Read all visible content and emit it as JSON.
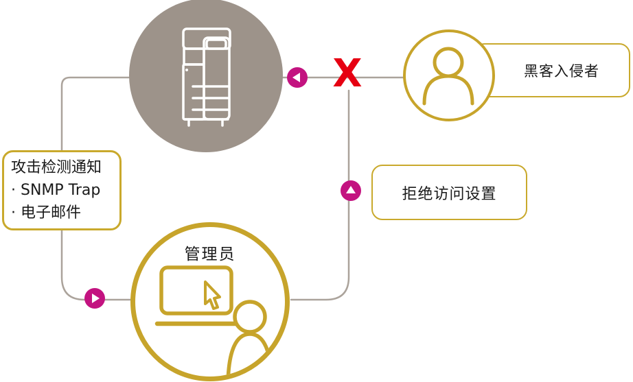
{
  "diagram": {
    "title_hint": "attack-detection-notification-flow",
    "colors": {
      "gold": "#c7a42b",
      "gold_thin_border": "#c9a92c",
      "magenta": "#c31380",
      "red": "#e60012",
      "taupe_circle": "#9d938a",
      "connector_gray": "#aba39b",
      "text": "#1a1a1a"
    },
    "nodes": {
      "device": {
        "icon": "multifunction-printer-icon",
        "label": ""
      },
      "hacker": {
        "icon": "person-icon",
        "label": "黑客入侵者"
      },
      "admin": {
        "icon": "person-at-computer-icon",
        "label": "管理员"
      }
    },
    "labels": {
      "attack_notification": {
        "lines": [
          "攻击检测通知",
          "· SNMP Trap",
          "· 电子邮件"
        ]
      },
      "deny_access": {
        "label": "拒绝访问设置"
      }
    },
    "marks": {
      "blocked_x": "X",
      "arrows": [
        {
          "name": "arrow-left-icon",
          "direction": "left"
        },
        {
          "name": "arrow-up-icon",
          "direction": "up"
        },
        {
          "name": "arrow-right-icon",
          "direction": "right"
        }
      ]
    }
  }
}
